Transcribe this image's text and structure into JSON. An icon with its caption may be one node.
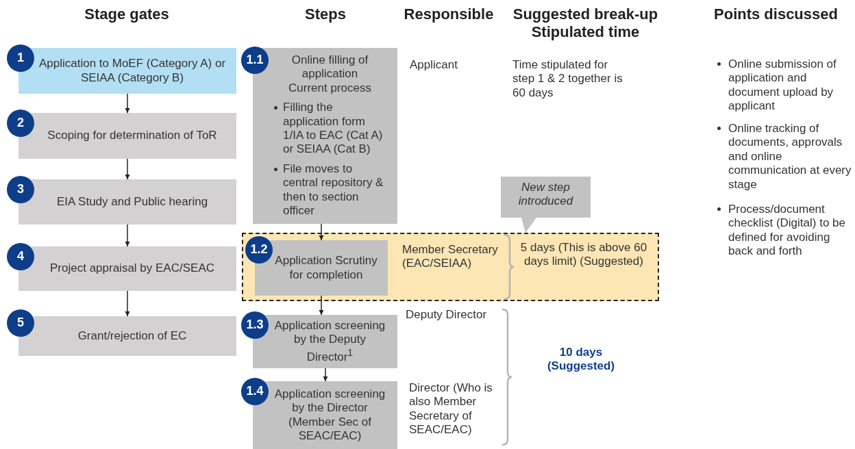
{
  "diagram": {
    "nodes": [
      {
        "text": [
          "1",
          "Application to MoEF (Category A) or SEIAA (Category B)"
        ]
      },
      {
        "text": [
          "2",
          "Scoping for determination of ToR"
        ]
      },
      {
        "text": [
          "3",
          "EIA Study and Public hearing"
        ]
      },
      {
        "text": [
          "4",
          "Project appraisal by EAC/SEAC"
        ]
      },
      {
        "text": [
          "5",
          "Grant/rejection of EC"
        ]
      },
      {
        "text": [
          "1.1",
          "Online filling of application",
          "Current process",
          "Filling the application form 1/IA to EAC (Cat A) or SEIAA (Cat B)",
          "File moves to central repository & then to section officer"
        ]
      },
      {
        "text": [],
        "shape": "box"
      },
      {
        "text": [
          "1.2",
          "Application Scrutiny for completion"
        ],
        "in": 6
      },
      {
        "text": [
          "New step introduced"
        ]
      },
      {
        "text": [
          "1.3",
          "Application screening by the Deputy Director$^{1}$"
        ]
      },
      {
        "text": [
          "1.4",
          "Application screening by the Director (Member Sec of SEAC/EAC)"
        ]
      }
    ],
    "edges": [
      {
        "from": 0,
        "to": 1,
        "arrow": "to"
      },
      {
        "from": 1,
        "to": 2,
        "arrow": "to"
      },
      {
        "from": 2,
        "to": 3,
        "arrow": "to"
      },
      {
        "from": 3,
        "to": 4,
        "arrow": "to"
      },
      {
        "from": 5,
        "to": 7,
        "arrow": "to"
      },
      {
        "from": 7,
        "to": 9,
        "arrow": "to"
      },
      {
        "from": 9,
        "to": 10,
        "arrow": "to"
      }
    ],
    "labels": [
      "Stage gates",
      "Steps",
      "Responsible",
      "Suggested break-up Stipulated time",
      "Points discussed",
      "Applicant",
      "Time stipulated for step 1 & 2 together is 60 days",
      "Online submission of application and document upload by applicant",
      "Online tracking of documents, approvals and online communication at every stage",
      "Process/document checklist (Digital) to be defined for avoiding back and forth",
      "Member Secretary (EAC/SEIAA)",
      "5 days (This is above 60 days limit) (Suggested)",
      "Deputy Director",
      "10 days (Suggested)",
      "Director (Who is also Member Secretary of SEAC/EAC)"
    ]
  }
}
